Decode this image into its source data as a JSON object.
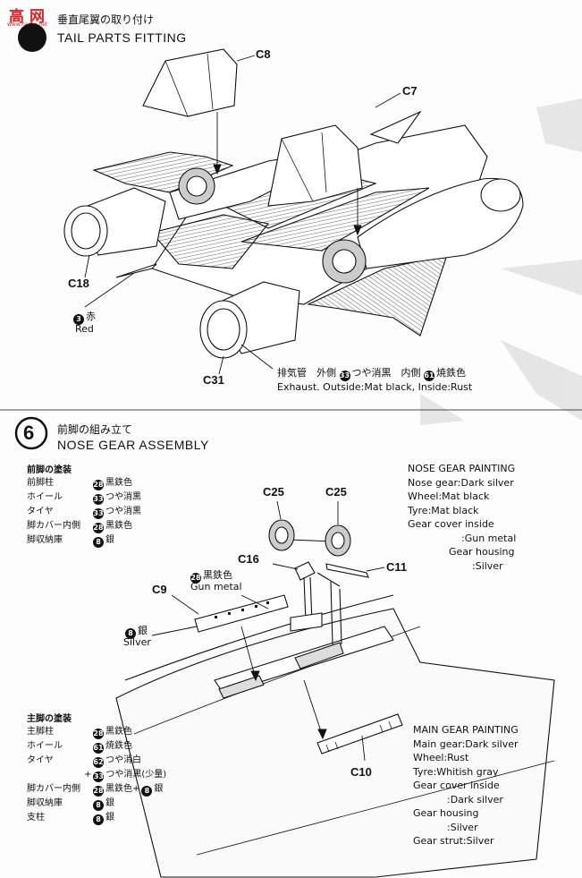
{
  "watermark": {
    "text": "高网",
    "sub": "www.hasse.net"
  },
  "section5": {
    "title_jp": "垂直尾翼の取り付け",
    "title_en": "TAIL PARTS FITTING",
    "parts": {
      "c8": "C8",
      "c7": "C7",
      "c18": "C18",
      "c31": "C31"
    },
    "red_note": {
      "badge": "3",
      "jp": "赤",
      "en": "Red"
    },
    "exhaust_note": {
      "jp": "排気管　外側",
      "badge1": "33",
      "jp_mid": "つや消黒　内側",
      "badge2": "61",
      "jp_end": "焼鉄色",
      "en": "Exhaust. Outside:Mat black, Inside:Rust"
    }
  },
  "section6": {
    "step_number": "6",
    "title_jp": "前脚の組み立て",
    "title_en": "NOSE GEAR ASSEMBLY",
    "parts": {
      "c25a": "C25",
      "c25b": "C25",
      "c16": "C16",
      "c11": "C11",
      "c9": "C9",
      "c10": "C10"
    },
    "gunmetal_note": {
      "badge": "28",
      "jp": "黒鉄色",
      "en": "Gun metal"
    },
    "silver_note": {
      "badge": "8",
      "jp": "銀",
      "en": "Silver"
    },
    "nose_jp": {
      "heading": "前脚の塗装",
      "rows": [
        {
          "part": "前脚柱",
          "badge": "28",
          "color": "黒鉄色"
        },
        {
          "part": "ホイール",
          "badge": "33",
          "color": "つや消黒"
        },
        {
          "part": "タイヤ",
          "badge": "33",
          "color": "つや消黒"
        },
        {
          "part": "脚カバー内側",
          "badge": "28",
          "color": "黒鉄色"
        },
        {
          "part": "脚収納庫",
          "badge": "8",
          "color": "銀"
        }
      ]
    },
    "main_jp": {
      "heading": "主脚の塗装",
      "rows": [
        {
          "part": "主脚柱",
          "badge": "28",
          "color": "黒鉄色"
        },
        {
          "part": "ホイール",
          "badge": "61",
          "color": "焼鉄色"
        },
        {
          "part": "タイヤ",
          "badge": "62",
          "color": "つや消白"
        },
        {
          "part": "",
          "prefix": "+",
          "badge": "33",
          "color": "つや消黒(少量)"
        },
        {
          "part": "脚カバー内側",
          "badge": "28",
          "color": "黒鉄色+",
          "badge2": "8",
          "color2": "銀"
        },
        {
          "part": "脚収納庫",
          "badge": "8",
          "color": "銀"
        },
        {
          "part": "支柱",
          "badge": "8",
          "color": "銀"
        }
      ]
    },
    "nose_en": {
      "heading": "NOSE GEAR PAINTING",
      "lines": [
        "Nose gear:Dark silver",
        "Wheel:Mat black",
        "Tyre:Mat black",
        "Gear cover inside",
        ":Gun metal",
        "Gear housing",
        ":Silver"
      ]
    },
    "main_en": {
      "heading": "MAIN GEAR PAINTING",
      "lines": [
        "Main gear:Dark silver",
        "Wheel:Rust",
        "Tyre:Whitish gray",
        "Gear cover inside",
        ":Dark silver",
        "Gear housing",
        ":Silver",
        "Gear strut:Silver"
      ]
    }
  }
}
